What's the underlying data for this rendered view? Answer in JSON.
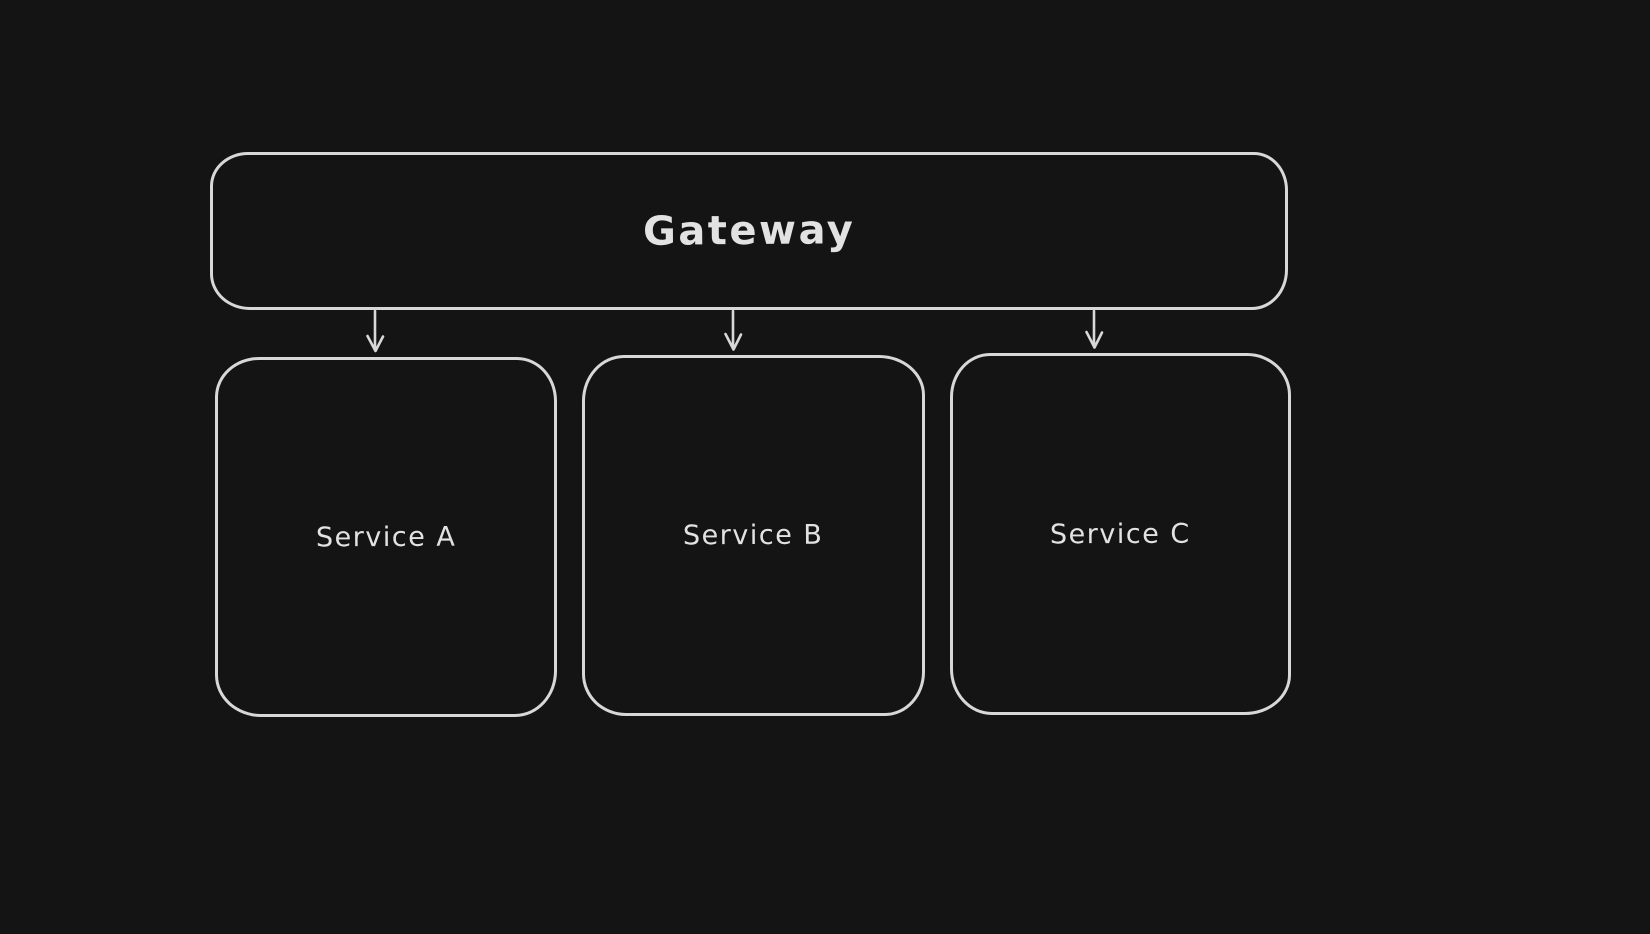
{
  "theme": {
    "background": "#141414",
    "stroke": "#d8d8d8",
    "text_color": "#e2e2e2"
  },
  "diagram": {
    "gateway": {
      "label": "Gateway"
    },
    "services": [
      {
        "label": "Service A"
      },
      {
        "label": "Service B"
      },
      {
        "label": "Service C"
      }
    ],
    "edges": [
      {
        "from": "Gateway",
        "to": "Service A"
      },
      {
        "from": "Gateway",
        "to": "Service B"
      },
      {
        "from": "Gateway",
        "to": "Service C"
      }
    ]
  }
}
